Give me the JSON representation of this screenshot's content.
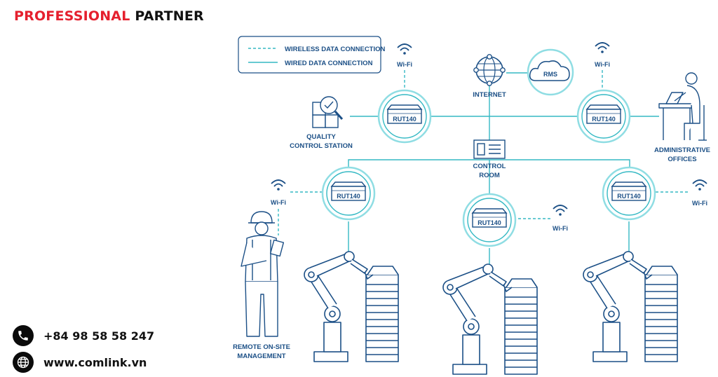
{
  "brand": {
    "part1": "PROFESSIONAL",
    "part2": "PARTNER"
  },
  "contact": {
    "phone": "+84 98 58 58 247",
    "website": "www.comlink.vn",
    "phone_icon": "phone-icon",
    "web_icon": "globe-icon"
  },
  "legend": {
    "wireless": "WIRELESS DATA CONNECTION",
    "wired": "WIRED DATA CONNECTION"
  },
  "routers": {
    "label": "RUT140"
  },
  "wifi_label": "Wi-Fi",
  "nodes": {
    "internet": "INTERNET",
    "rms": "RMS",
    "quality_1": "QUALITY",
    "quality_2": "CONTROL STATION",
    "control_1": "CONTROL",
    "control_2": "ROOM",
    "admin_1": "ADMINISTRATIVE",
    "admin_2": "OFFICES",
    "remote_1": "REMOTE ON-SITE",
    "remote_2": "MANAGEMENT"
  },
  "colors": {
    "brand_red": "#e5202e",
    "line": "#35b9c4",
    "ink": "#1b4f86",
    "dark": "#111111"
  }
}
